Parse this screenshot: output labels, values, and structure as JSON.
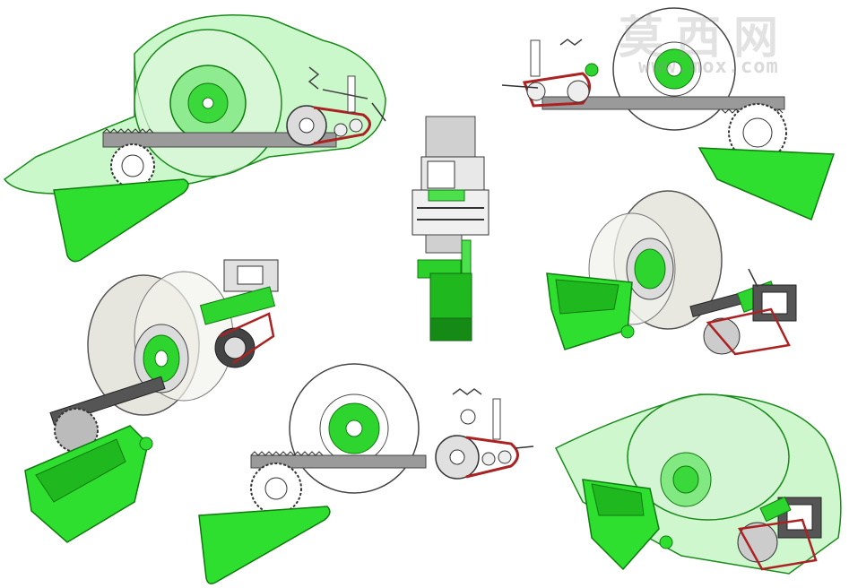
{
  "watermark": {
    "site_name": "莫西网",
    "url": "www.mox.com"
  },
  "views": [
    {
      "name": "side-view-top-left"
    },
    {
      "name": "top-view-center"
    },
    {
      "name": "mechanism-view-top-right"
    },
    {
      "name": "iso-view-middle-left"
    },
    {
      "name": "iso-view-middle-right"
    },
    {
      "name": "mechanism-view-bottom-center"
    },
    {
      "name": "iso-view-bottom-right"
    }
  ],
  "colors": {
    "green_solid": "#22dd22",
    "green_light": "#88ee88",
    "green_dark": "#119911",
    "gray_body": "#c8c8c8",
    "belt_red": "#aa2222"
  }
}
